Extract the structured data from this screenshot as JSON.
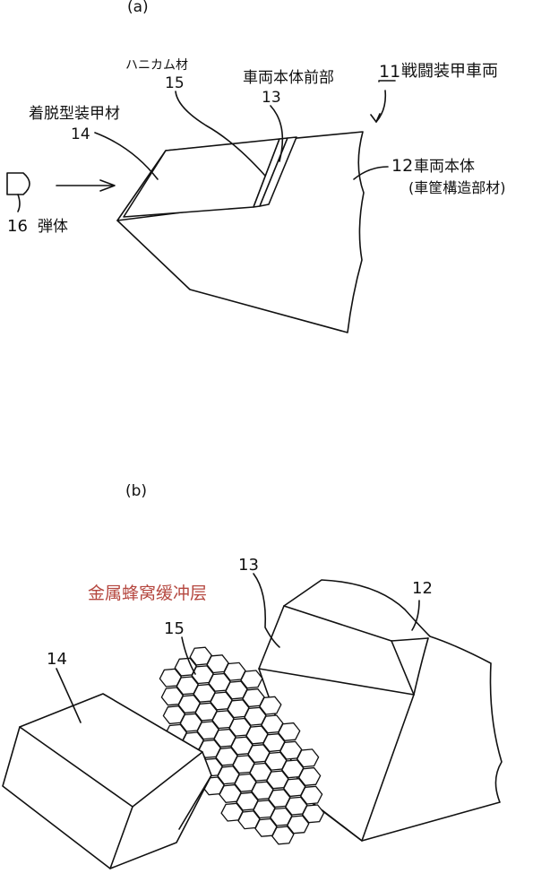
{
  "figure_a": {
    "panel_label": "(a)",
    "vehicle_number": "11",
    "vehicle_label": "戦闘装甲車両",
    "honeycomb_label": "ハニカム材",
    "honeycomb_number": "15",
    "front_label": "車両本体前部",
    "front_number": "13",
    "armor_label": "着脱型装甲材",
    "armor_number": "14",
    "body_number": "12",
    "body_label": "車両本体",
    "body_sublabel": "(車筐構造部材)",
    "projectile_number": "16",
    "projectile_label": "弾体"
  },
  "figure_b": {
    "panel_label": "(b)",
    "annotation": "金属蜂窝缓冲层",
    "annotation_color": "#b5473f",
    "front_number": "13",
    "body_number": "12",
    "honeycomb_number": "15",
    "armor_number": "14"
  }
}
